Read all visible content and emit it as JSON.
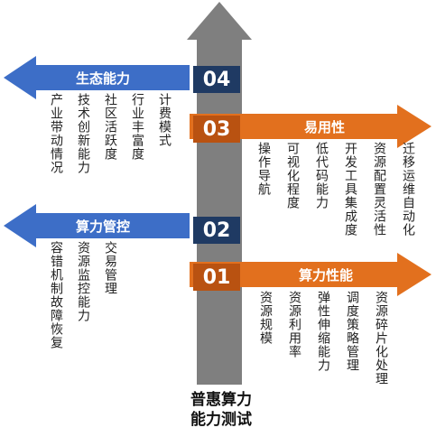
{
  "title": {
    "line1": "普惠算力",
    "line2": "能力测试"
  },
  "colors": {
    "orange": "#E2701E",
    "blue": "#3D6EC7",
    "navy": "#1F3A63",
    "darkOrange": "#B95211",
    "axis": "#7F7F7F"
  },
  "stages": [
    {
      "number": "01",
      "label": "算力性能",
      "side": "right",
      "items": [
        "资源规模",
        "资源利用率",
        "弹性伸缩能力",
        "调度策略管理",
        "资源碎片化处理"
      ]
    },
    {
      "number": "02",
      "label": "算力管控",
      "side": "left",
      "items": [
        "容错机制故障恢复",
        "资源监控能力",
        "交易管理"
      ]
    },
    {
      "number": "03",
      "label": "易用性",
      "side": "right",
      "items": [
        "操作导航",
        "可视化程度",
        "低代码能力",
        "开发工具集成度",
        "资源配置灵活性",
        "迁移运维自动化"
      ]
    },
    {
      "number": "04",
      "label": "生态能力",
      "side": "left",
      "items": [
        "产业带动情况",
        "技术创新能力",
        "社区活跃度",
        "行业丰富度",
        "计费模式"
      ]
    }
  ]
}
